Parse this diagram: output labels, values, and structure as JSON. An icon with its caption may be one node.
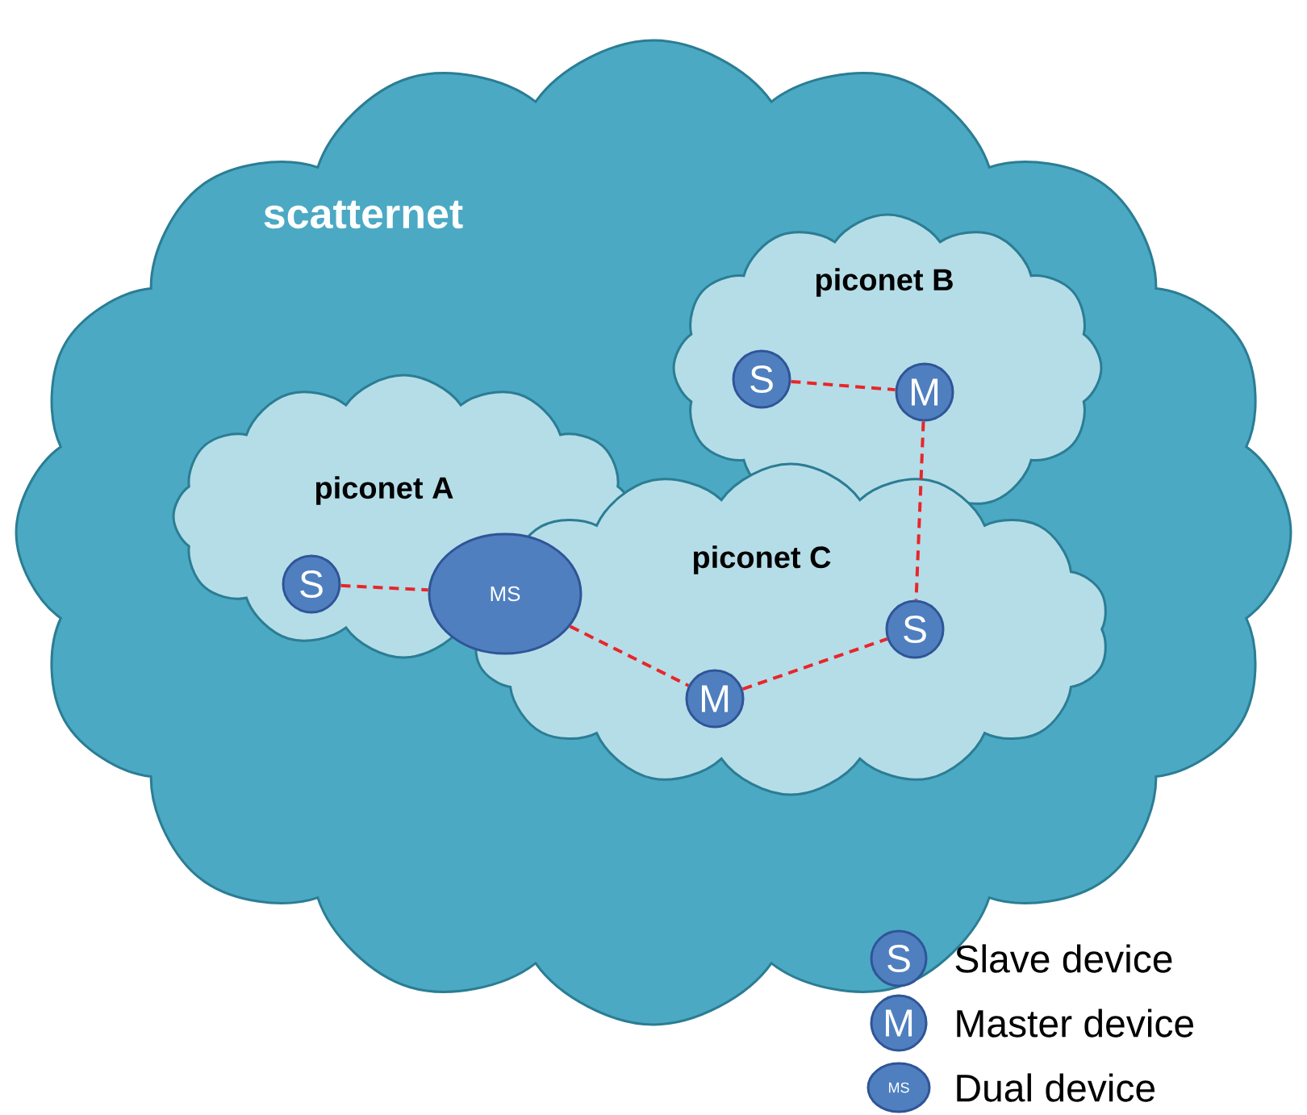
{
  "diagram": {
    "nodes": [
      {
        "text": [
          "scatternet"
        ]
      },
      {
        "text": [
          "piconet B"
        ],
        "in": 0
      },
      {
        "text": [
          "S"
        ],
        "in": 1
      },
      {
        "text": [
          "M"
        ],
        "in": 1
      },
      {
        "text": [
          "piconet A"
        ],
        "in": 0
      },
      {
        "text": [
          "S"
        ],
        "in": 4
      },
      {
        "text": [
          "MS"
        ],
        "in": 4
      },
      {
        "text": [
          "piconet C"
        ],
        "in": 0
      },
      {
        "text": [
          "S"
        ],
        "in": 7
      },
      {
        "text": [
          "M"
        ],
        "in": 7
      }
    ],
    "edges": [
      {
        "from": 2,
        "to": 3,
        "arrow": "none",
        "style": "dashed"
      },
      {
        "from": 5,
        "to": 6,
        "arrow": "none",
        "style": "dashed"
      },
      {
        "from": 3,
        "to": 8,
        "arrow": "none",
        "style": "dashed"
      },
      {
        "from": 6,
        "to": 9,
        "arrow": "none",
        "style": "dashed"
      },
      {
        "from": 9,
        "to": 8,
        "arrow": "none",
        "style": "dashed"
      }
    ],
    "labels": [
      "S",
      "M",
      "MS"
    ],
    "legend": [
      {
        "text": "Slave device"
      },
      {
        "text": "Master device"
      },
      {
        "text": "Dual device"
      }
    ]
  }
}
